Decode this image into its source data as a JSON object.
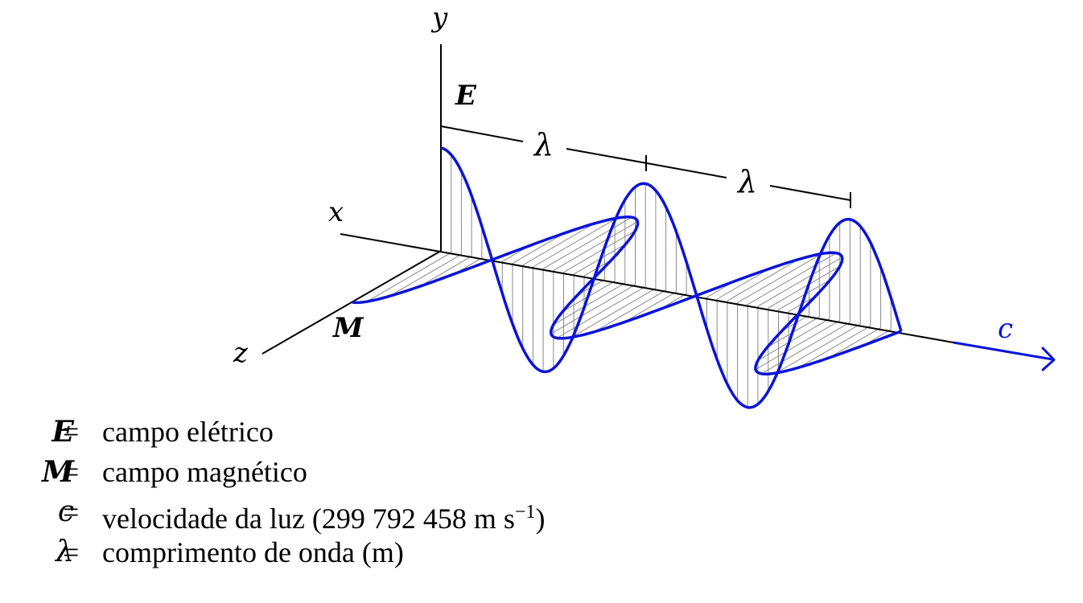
{
  "axes": {
    "y_label": "y",
    "x_label": "x",
    "z_label": "z"
  },
  "field_labels": {
    "electric": "E",
    "magnetic": "M"
  },
  "wavelength_labels": [
    "λ",
    "λ"
  ],
  "propagation_label": "c",
  "colors": {
    "wave": "#0a14d8",
    "axis": "#000000",
    "fill_lines": "#888888"
  },
  "legend": {
    "items": [
      {
        "symbol": "E",
        "eq": "=",
        "desc": "campo elétrico"
      },
      {
        "symbol": "M",
        "eq": "=",
        "desc": "campo magnético"
      },
      {
        "symbol": "c",
        "eq": "=",
        "desc_main": "velocidade da luz (299 792 458 m s",
        "desc_sup": "−1",
        "desc_end": ")"
      },
      {
        "symbol": "λ",
        "eq": "=",
        "desc": "comprimento de onda (m)"
      }
    ]
  }
}
